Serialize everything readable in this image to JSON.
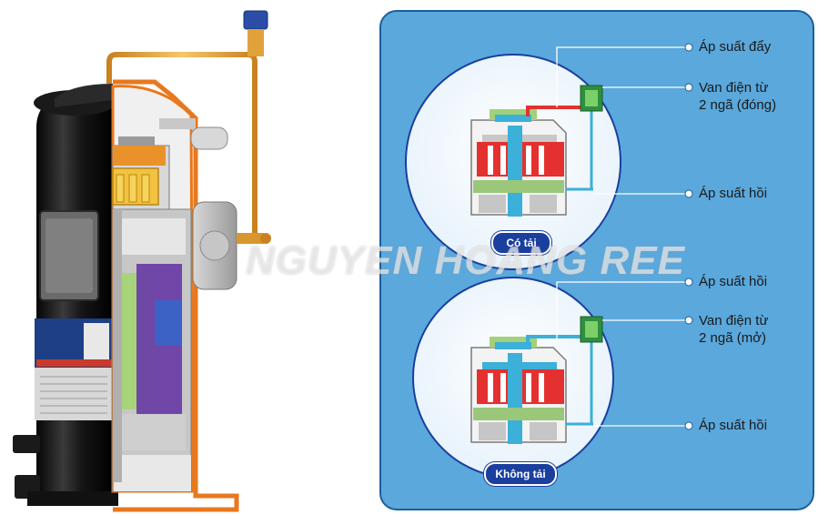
{
  "labels": {
    "upper_discharge": "Áp suất đẩy",
    "upper_valve_line1": "Van điện từ",
    "upper_valve_line2": "2 ngã (đóng)",
    "upper_suction": "Áp suất hồi",
    "lower_suction_top": "Áp suất hồi",
    "lower_valve_line1": "Van điện từ",
    "lower_valve_line2": "2 ngã (mở)",
    "lower_suction_bottom": "Áp suất hồi"
  },
  "states": {
    "loaded": "Có tải",
    "unloaded": "Không tải"
  },
  "watermark": "NGUYEN HOANG REE",
  "colors": {
    "panel_blue": "#5aa8dc",
    "panel_border": "#1c5f9a",
    "discharge_red": "#e53030",
    "suction_blue": "#3bb0d8",
    "badge_navy": "#1a3f9e",
    "pipe_copper": "#e2a23a",
    "shell_orange": "#e8781e"
  }
}
